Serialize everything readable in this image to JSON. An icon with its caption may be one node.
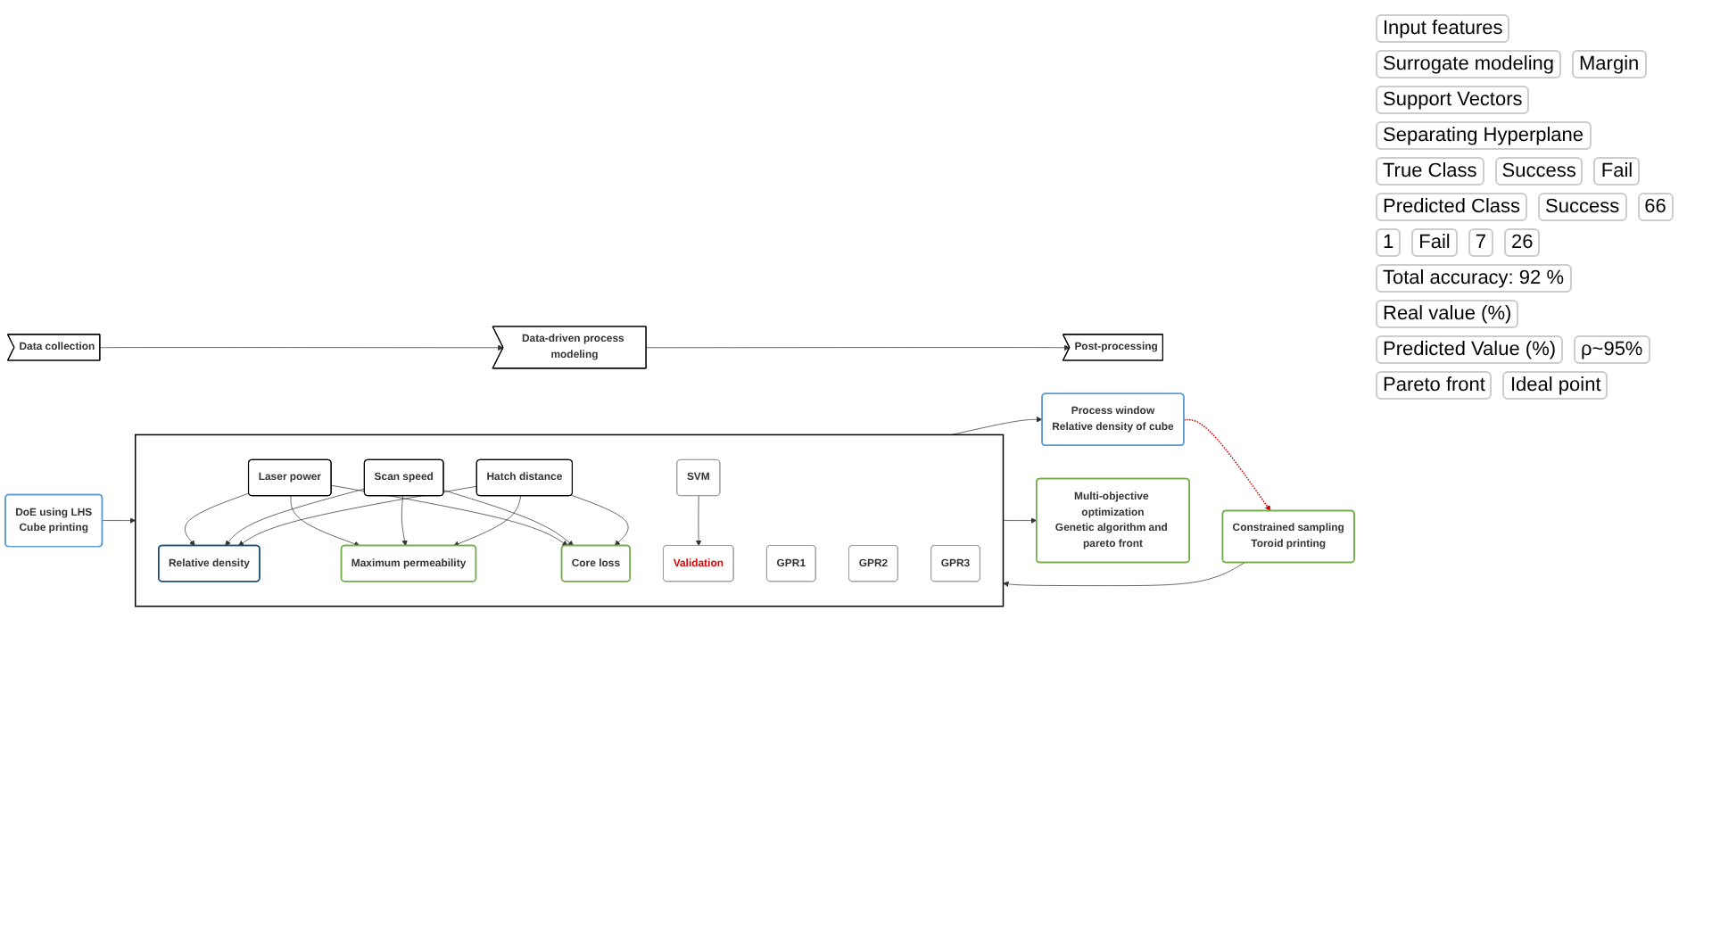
{
  "diagram": {
    "nodes": [
      {
        "text": [
          "Data collection"
        ]
      },
      {
        "text": [
          "Data-driven process modeling"
        ]
      },
      {
        "text": [
          "Post-processing"
        ]
      },
      {
        "text": [
          "DoE using LHS",
          "Cube printing"
        ]
      },
      {
        "text": [
          "Constrained sampling",
          "Toroid printing"
        ]
      },
      {
        "text": [],
        "shape": "box"
      },
      {
        "text": [
          "Laser power"
        ],
        "in": 5
      },
      {
        "text": [
          "Scan speed"
        ],
        "in": 5
      },
      {
        "text": [
          "Hatch distance"
        ],
        "in": 5
      },
      {
        "text": [
          "Relative density"
        ],
        "in": 5
      },
      {
        "text": [
          "Maximum permeability"
        ],
        "in": 5
      },
      {
        "text": [
          "Core loss"
        ],
        "in": 5
      },
      {
        "text": [
          "GPR1"
        ],
        "in": 5
      },
      {
        "text": [
          "GPR2"
        ],
        "in": 5
      },
      {
        "text": [
          "GPR3"
        ],
        "in": 5
      },
      {
        "text": [
          "SVM"
        ],
        "in": 5
      },
      {
        "text": [
          "Validation"
        ],
        "in": 5
      },
      {
        "text": [
          "Process window",
          "Relative density of cube"
        ]
      },
      {
        "text": [
          "Multi-objective optimization",
          "Genetic algorithm and pareto front"
        ]
      }
    ],
    "edges": [
      {
        "from": 0,
        "to": 1,
        "arrow": "to"
      },
      {
        "from": 1,
        "to": 2,
        "arrow": "to"
      },
      {
        "from": 6,
        "to": 9,
        "arrow": "to"
      },
      {
        "from": 6,
        "to": 10,
        "arrow": "to"
      },
      {
        "from": 6,
        "to": 11,
        "arrow": "to"
      },
      {
        "from": 7,
        "to": 9,
        "arrow": "to"
      },
      {
        "from": 7,
        "to": 10,
        "arrow": "to"
      },
      {
        "from": 7,
        "to": 11,
        "arrow": "to"
      },
      {
        "from": 8,
        "to": 9,
        "arrow": "to"
      },
      {
        "from": 8,
        "to": 10,
        "arrow": "to"
      },
      {
        "from": 8,
        "to": 11,
        "arrow": "to"
      },
      {
        "from": 15,
        "to": 16,
        "arrow": "to"
      },
      {
        "from": 3,
        "to": 5,
        "arrow": "to"
      },
      {
        "from": 4,
        "to": 5,
        "arrow": "to"
      },
      {
        "from": 5,
        "to": 17,
        "arrow": "to"
      },
      {
        "from": 5,
        "to": 18,
        "arrow": "to"
      },
      {
        "from": 17,
        "to": 4,
        "arrow": "to",
        "style": "dashed",
        "color": "#c00000"
      }
    ],
    "labels": [
      "Input features",
      "Surrogate modeling",
      "Margin",
      "Support Vectors",
      "Separating Hyperplane",
      "True Class",
      "Success",
      "Fail",
      "Predicted Class",
      "Success",
      "66",
      "1",
      "Fail",
      "7",
      "26",
      "Total accuracy: 92 %",
      "Real value (%)",
      "Predicted Value (%)",
      "ρ~95%",
      "Pareto front",
      "Ideal point"
    ]
  }
}
